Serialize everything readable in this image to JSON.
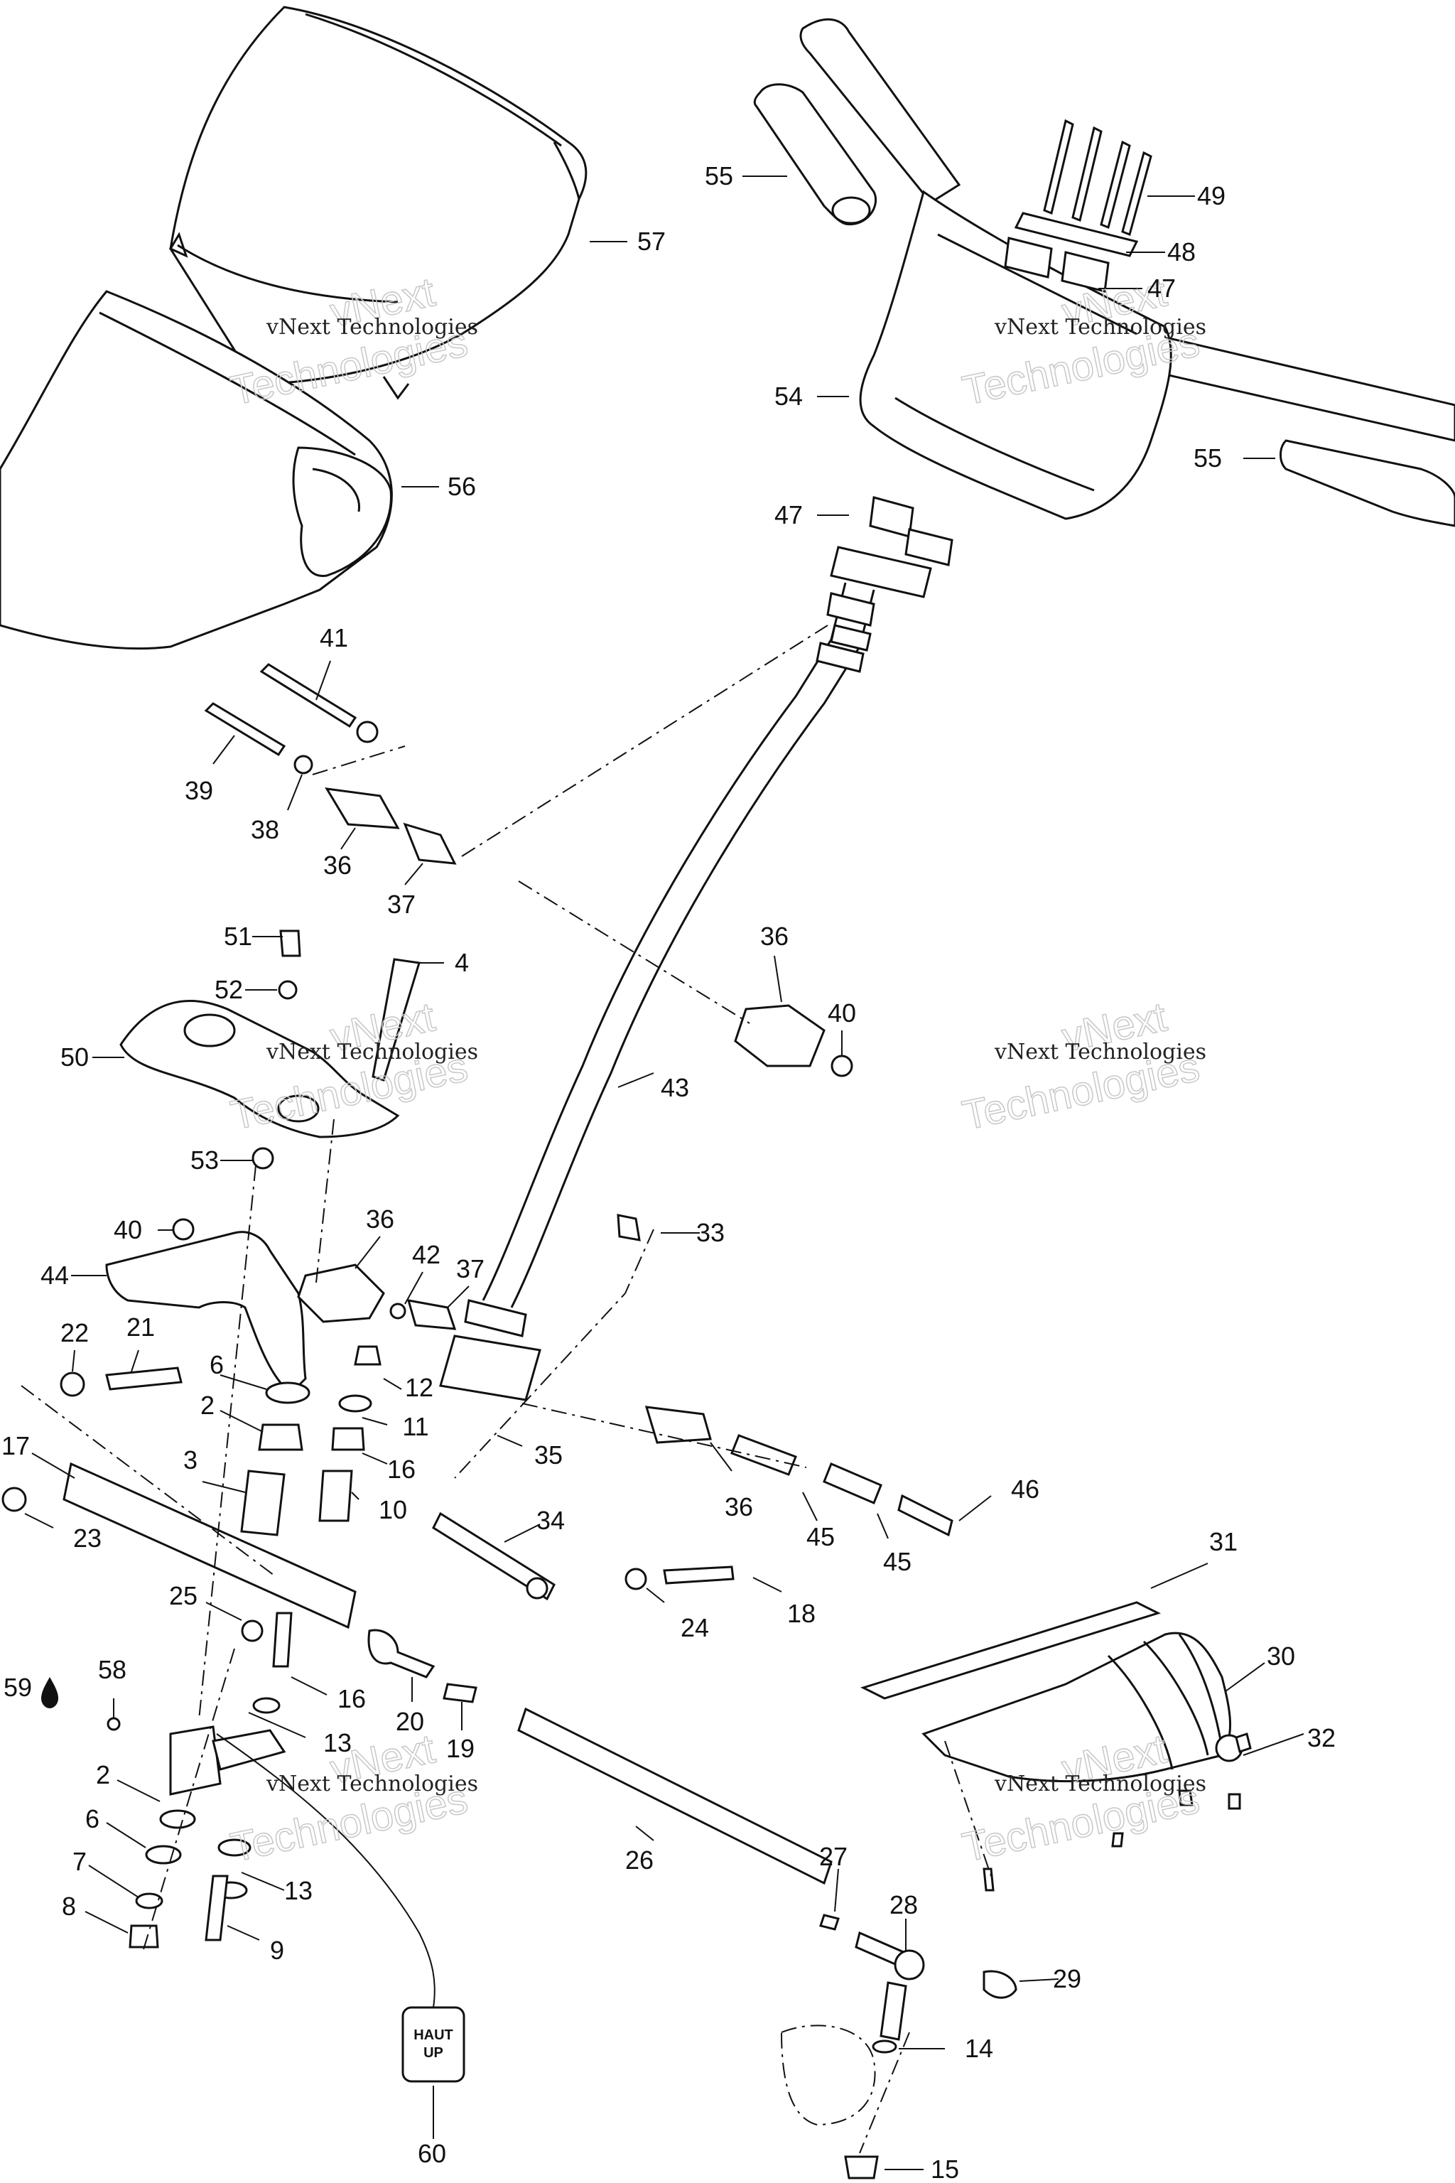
{
  "callouts": [
    {
      "id": "c55a",
      "text": "55"
    },
    {
      "id": "c49",
      "text": "49"
    },
    {
      "id": "c57",
      "text": "57"
    },
    {
      "id": "c48",
      "text": "48"
    },
    {
      "id": "c47a",
      "text": "47"
    },
    {
      "id": "c54",
      "text": "54"
    },
    {
      "id": "c56",
      "text": "56"
    },
    {
      "id": "c55b",
      "text": "55"
    },
    {
      "id": "c47b",
      "text": "47"
    },
    {
      "id": "c41",
      "text": "41"
    },
    {
      "id": "c39",
      "text": "39"
    },
    {
      "id": "c38",
      "text": "38"
    },
    {
      "id": "c36a",
      "text": "36"
    },
    {
      "id": "c37a",
      "text": "37"
    },
    {
      "id": "c36b",
      "text": "36"
    },
    {
      "id": "c40a",
      "text": "40"
    },
    {
      "id": "c51",
      "text": "51"
    },
    {
      "id": "c4",
      "text": "4"
    },
    {
      "id": "c52",
      "text": "52"
    },
    {
      "id": "c50",
      "text": "50"
    },
    {
      "id": "c43",
      "text": "43"
    },
    {
      "id": "c53",
      "text": "53"
    },
    {
      "id": "c40b",
      "text": "40"
    },
    {
      "id": "c36c",
      "text": "36"
    },
    {
      "id": "c33",
      "text": "33"
    },
    {
      "id": "c44",
      "text": "44"
    },
    {
      "id": "c42",
      "text": "42"
    },
    {
      "id": "c37b",
      "text": "37"
    },
    {
      "id": "c22",
      "text": "22"
    },
    {
      "id": "c21",
      "text": "21"
    },
    {
      "id": "c6a",
      "text": "6"
    },
    {
      "id": "c12",
      "text": "12"
    },
    {
      "id": "c2a",
      "text": "2"
    },
    {
      "id": "c11",
      "text": "11"
    },
    {
      "id": "c17",
      "text": "17"
    },
    {
      "id": "c3",
      "text": "3"
    },
    {
      "id": "c16a",
      "text": "16"
    },
    {
      "id": "c35",
      "text": "35"
    },
    {
      "id": "c10",
      "text": "10"
    },
    {
      "id": "c36d",
      "text": "36"
    },
    {
      "id": "c34",
      "text": "34"
    },
    {
      "id": "c46",
      "text": "46"
    },
    {
      "id": "c23",
      "text": "23"
    },
    {
      "id": "c45a",
      "text": "45"
    },
    {
      "id": "c45b",
      "text": "45"
    },
    {
      "id": "c31",
      "text": "31"
    },
    {
      "id": "c25",
      "text": "25"
    },
    {
      "id": "c24",
      "text": "24"
    },
    {
      "id": "c18",
      "text": "18"
    },
    {
      "id": "c30",
      "text": "30"
    },
    {
      "id": "c59",
      "text": "59"
    },
    {
      "id": "c58",
      "text": "58"
    },
    {
      "id": "c16b",
      "text": "16"
    },
    {
      "id": "c20",
      "text": "20"
    },
    {
      "id": "c19",
      "text": "19"
    },
    {
      "id": "c32",
      "text": "32"
    },
    {
      "id": "c2b",
      "text": "2"
    },
    {
      "id": "c13a",
      "text": "13"
    },
    {
      "id": "c6b",
      "text": "6"
    },
    {
      "id": "c26",
      "text": "26"
    },
    {
      "id": "c27",
      "text": "27"
    },
    {
      "id": "c7",
      "text": "7"
    },
    {
      "id": "c13b",
      "text": "13"
    },
    {
      "id": "c28",
      "text": "28"
    },
    {
      "id": "c8",
      "text": "8"
    },
    {
      "id": "c9",
      "text": "9"
    },
    {
      "id": "c29",
      "text": "29"
    },
    {
      "id": "c14",
      "text": "14"
    },
    {
      "id": "c60",
      "text": "60"
    },
    {
      "id": "c15",
      "text": "15"
    }
  ],
  "up_label": {
    "line1": "HAUT",
    "line2": "UP"
  },
  "watermark": {
    "line1": "vNext Technologies",
    "line2": "Technologies",
    "line3": "vNext"
  }
}
